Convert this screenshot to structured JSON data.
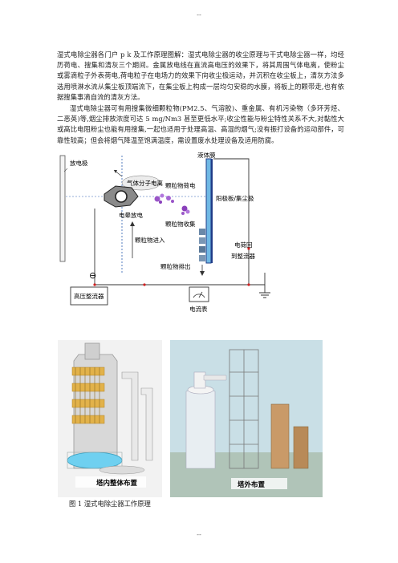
{
  "page": {
    "header_marker": "--",
    "footer_marker": "--",
    "paragraph1": "湿式电除尘器各门户 p k 及工作原理图解：湿式电除尘器的收尘原理与干式电除尘器一样，均经历荷电、搜集和清灰三个期间。金属放电线在直流高电压的效果下，将其周围气体电离，使粉尘或雾滴粒子外表荷电,荷电粒子在电场力的效果下向收尘极运动，并沉积在收尘板上，清灰方法多选用喷淋水流从集尘板顶端流下，在集尘板上构成一层均匀安稳的水膜，将板上的颗带走,也有依据搜集事滴自流的清灰方法。",
    "paragraph2": "湿式电除尘器可有用搜集微细颗粒物(PM2.5、气溶胶)、重金属、有机污染物（多环芳烃、二恶英)等,烟尘排放浓度可达 5 mg/Nm3 甚至更低水平;收尘性能与粉尘特性关系不大,对黏性大或高比电阻粉尘也能有用搜集,一起也适用于处理高温、高湿的烟气;没有振打设备的运动部件，可靠性较高；但会将烟气降温至饱满温度，需设置废水处理设备及适用防腐。",
    "caption": "图 1 湿式电除尘器工作原理"
  },
  "diagram": {
    "label_discharge_electrode": "放电极",
    "label_gas_molecule_ionization": "气体分子电离",
    "label_particle_charging": "颗粒物荷电",
    "label_corona_discharge": "电晕放电",
    "label_particle_collection": "颗粒物收集",
    "label_particle_inlet": "颗粒物进入",
    "label_particle_outlet": "颗粒物排出",
    "label_liquid_film": "液体膜",
    "label_anode_collector": "阳极板/集尘极",
    "label_current_return": "电荷回",
    "label_current_flow": "到整流器",
    "label_hv_rectifier": "高压整流器",
    "label_ammeter": "电流表",
    "minus_symbol": "⊖",
    "ground_symbol": "⏚"
  },
  "photos": {
    "label_internal_layout": "塔内整体布置",
    "label_external_layout": "塔外布置"
  },
  "colors": {
    "wire_red": "#d02020",
    "dashed_blue": "#2a5db0",
    "collector_blue": "#5bb0e0",
    "collector_dark": "#1f3c88",
    "particle_purple": "#9a55c8",
    "photo_bg_left": "#dde3ea",
    "photo_bg_right": "#c9dfe6"
  }
}
